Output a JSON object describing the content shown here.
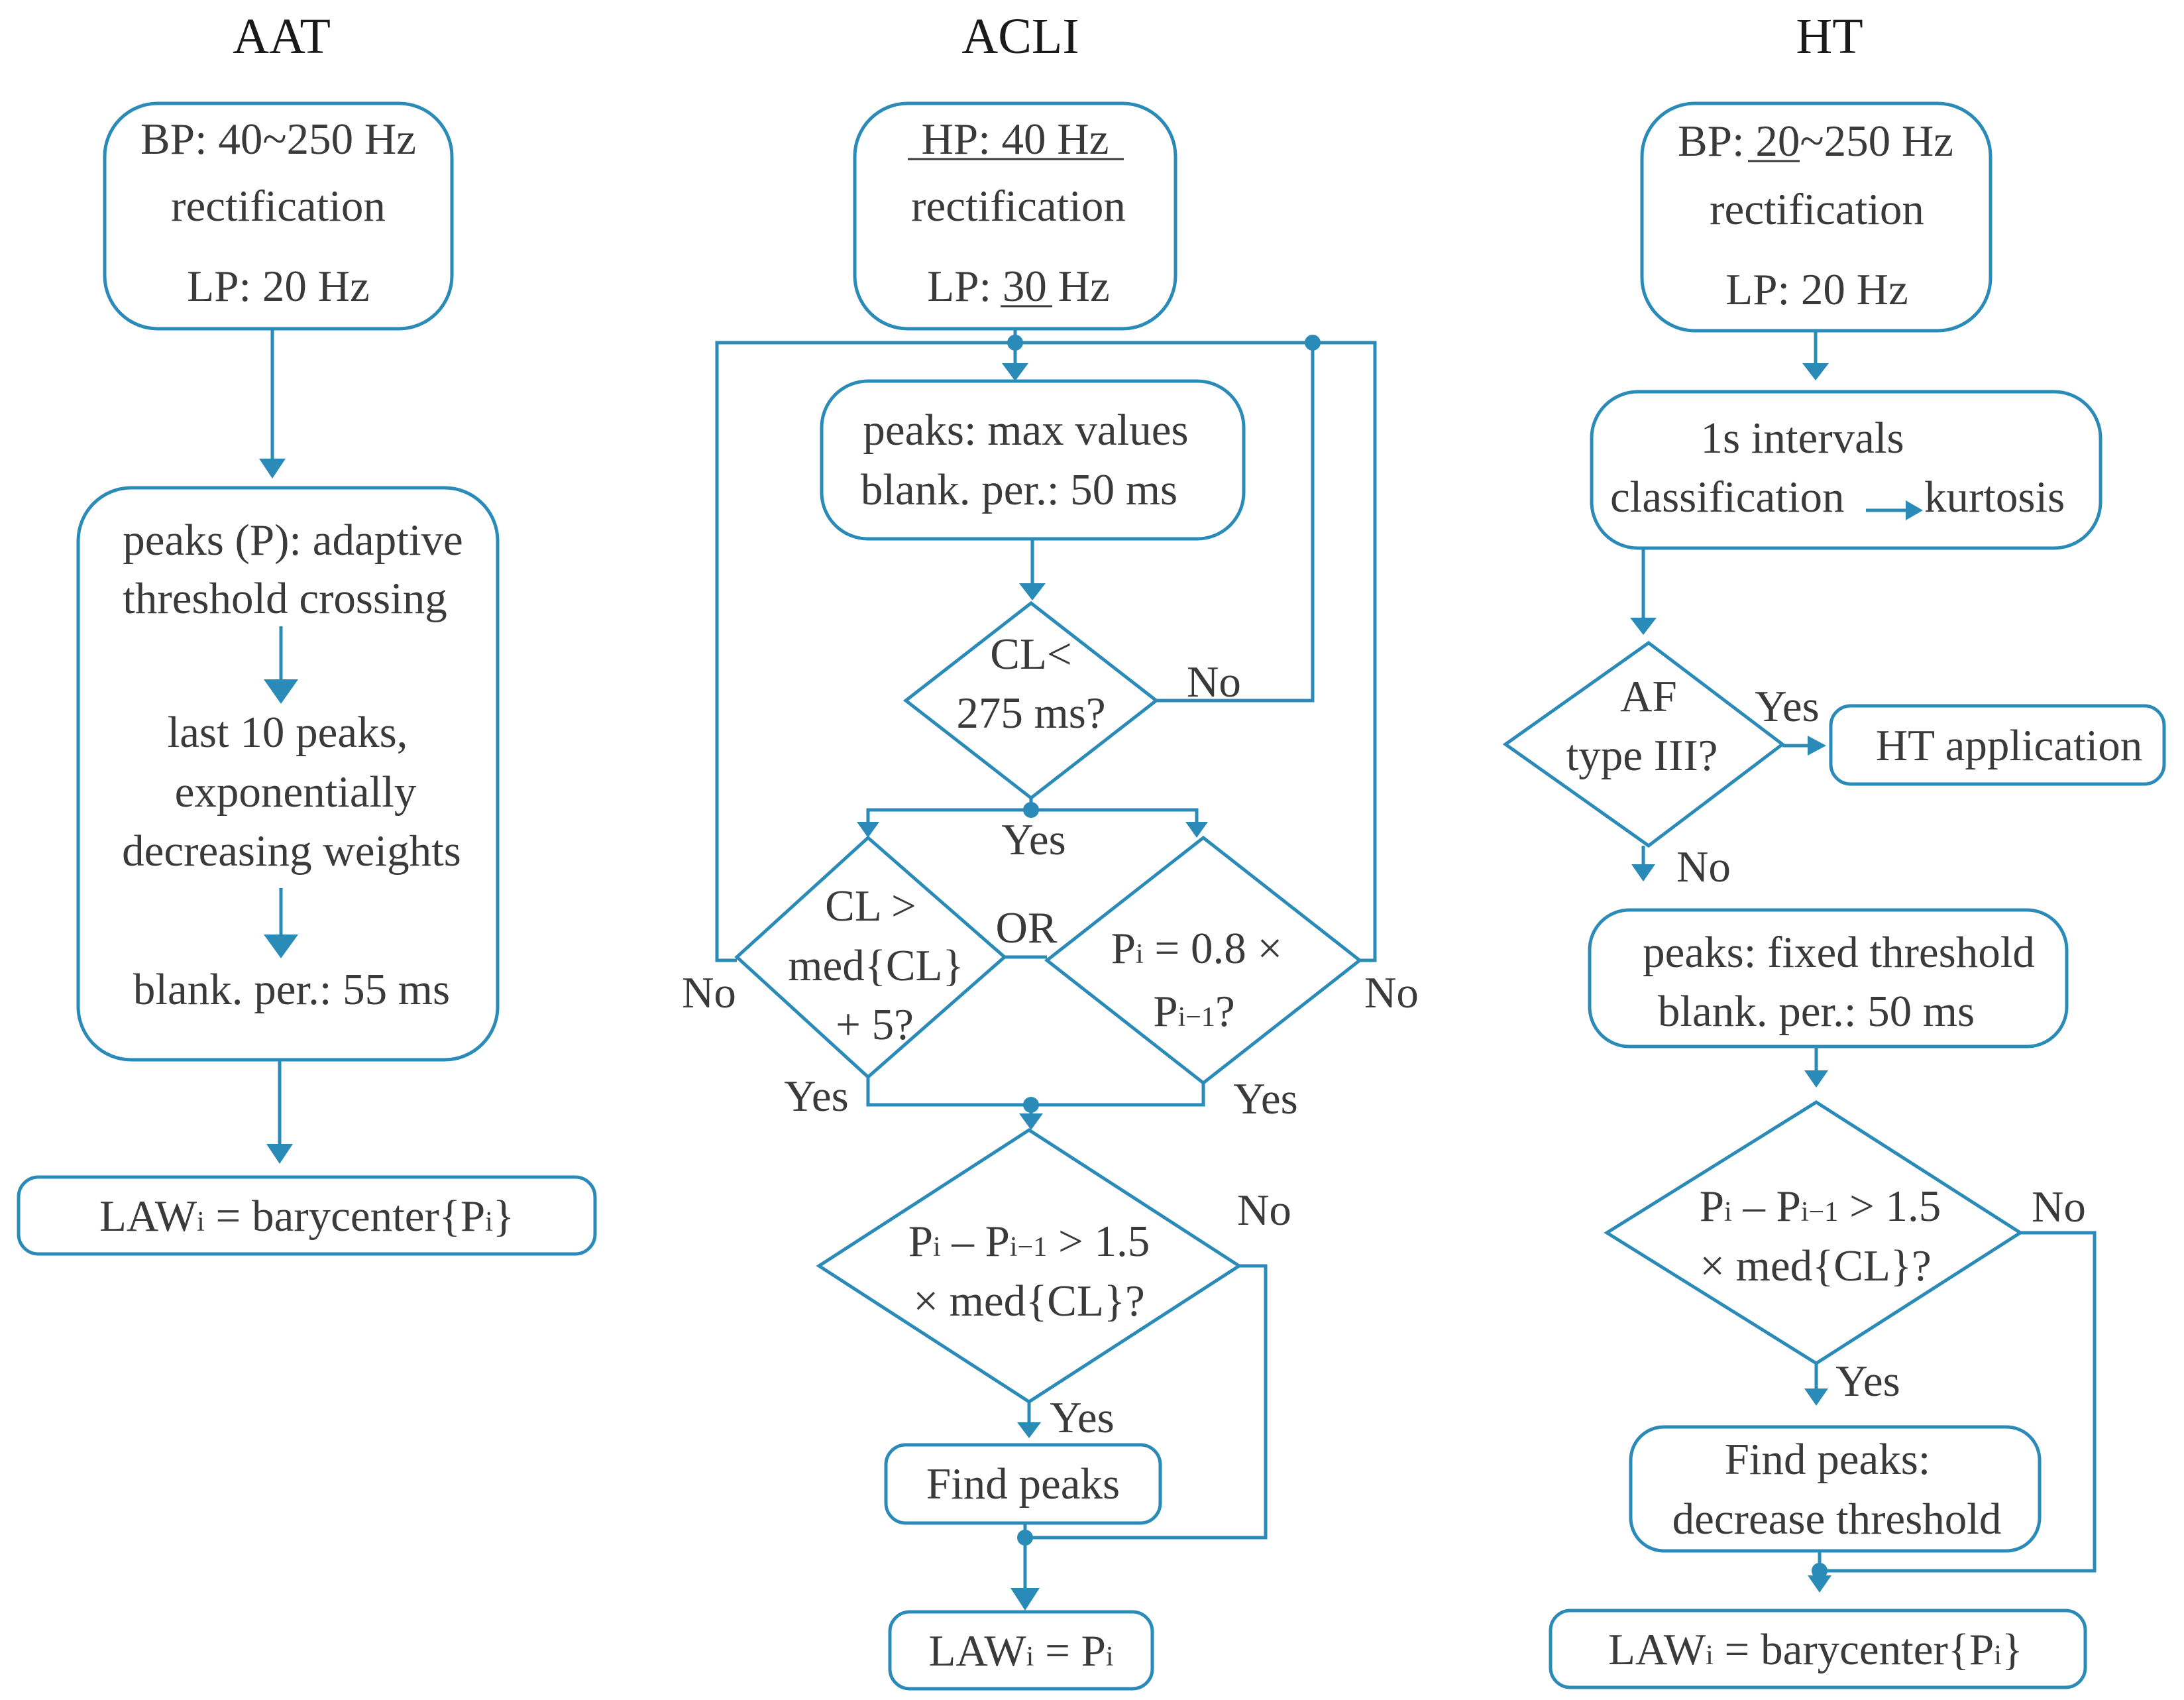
{
  "colors": {
    "stroke": "#2b8bb8",
    "text": "#3a3a3a",
    "title": "#1a1a1a"
  },
  "aat": {
    "title": "AAT",
    "preproc": [
      "BP: 40~250 Hz",
      "rectification",
      "LP: 20 Hz"
    ],
    "detect": {
      "line1": "peaks (P): adaptive",
      "line2": "threshold crossing",
      "line3": "last 10 peaks,",
      "line4": "exponentially",
      "line5": "decreasing weights",
      "line6": "blank. per.: 55 ms"
    },
    "law": {
      "pre": "LAW",
      "sub": "i",
      "post": " = barycenter{P",
      "sub2": "i",
      "end": "}"
    }
  },
  "acli": {
    "title": "ACLI",
    "preproc": [
      "HP: 40 Hz",
      "rectification",
      "LP: 30 Hz"
    ],
    "peaks": [
      "peaks: max values",
      "blank. per.: 50 ms"
    ],
    "cl_check": [
      "CL<",
      "275 ms?"
    ],
    "no_label": "No",
    "yes_label": "Yes",
    "or_label": "OR",
    "left_diamond": [
      "CL >",
      "med{CL}",
      "+ 5?"
    ],
    "right_diamond": {
      "l1_pre": "P",
      "l1_sub": "i",
      "l1_post": " = 0.8 ×",
      "l2_pre": "P",
      "l2_sub": "i−1",
      "l2_post": "?"
    },
    "gap_diamond": {
      "l1_a": "P",
      "l1_asub": "i",
      "l1_mid": " – P",
      "l1_bsub": "i−1",
      "l1_end": " > 1.5",
      "l2": "× med{CL}?"
    },
    "find_peaks": "Find peaks",
    "law": {
      "pre": "LAW",
      "sub": "i",
      "post": " = P",
      "sub2": "i"
    }
  },
  "ht": {
    "title": "HT",
    "preproc": [
      "BP: 20~250 Hz",
      "rectification",
      "LP: 20 Hz"
    ],
    "intervals": [
      "1s intervals",
      "classification",
      "kurtosis"
    ],
    "af_check": [
      "AF",
      "type III?"
    ],
    "ht_application": "HT application",
    "yes_label": "Yes",
    "no_label": "No",
    "peaks": [
      "peaks: fixed threshold",
      "blank. per.: 50 ms"
    ],
    "gap_diamond": {
      "l1_a": "P",
      "l1_asub": "i",
      "l1_mid": " – P",
      "l1_bsub": "i−1",
      "l1_end": " > 1.5",
      "l2": "× med{CL}?"
    },
    "find_peaks": [
      "Find peaks:",
      "decrease threshold"
    ],
    "law": {
      "pre": "LAW",
      "sub": "i",
      "post": " = barycenter{P",
      "sub2": "i",
      "end": "}"
    }
  }
}
